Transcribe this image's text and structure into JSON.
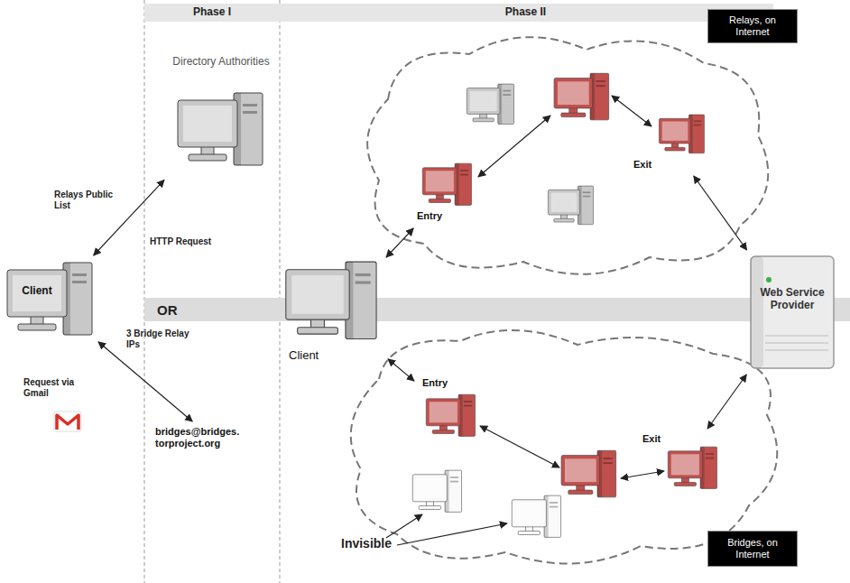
{
  "diagram": {
    "nodes": [
      {
        "text": [
          "Phase I"
        ]
      },
      {
        "text": [
          "Phase II"
        ]
      },
      {
        "text": [
          "Directory Authorities"
        ]
      },
      {
        "text": [
          "Client"
        ]
      },
      {
        "text": [
          "OR"
        ]
      },
      {
        "text": [
          "Client"
        ]
      },
      {
        "text": [
          "Relays, on Internet"
        ]
      },
      {
        "text": [
          "Entry"
        ]
      },
      {
        "text": [
          "Exit"
        ]
      },
      {
        "text": [
          "Web Service Provider"
        ]
      },
      {
        "text": [
          "bridges@bridges. torproject.org"
        ]
      },
      {
        "text": [
          "Entry"
        ]
      },
      {
        "text": [
          "Exit"
        ]
      },
      {
        "text": [
          "Bridges, on Internet"
        ]
      }
    ],
    "edges": [
      {
        "from": 3,
        "to": 2,
        "arrow": "both"
      },
      {
        "from": 3,
        "to": 10,
        "arrow": "both"
      },
      {
        "from": 5,
        "to": 7,
        "arrow": "both"
      },
      {
        "from": 5,
        "to": 11,
        "arrow": "both"
      },
      {
        "from": 8,
        "to": 9,
        "arrow": "both"
      },
      {
        "from": 12,
        "to": 9,
        "arrow": "both"
      }
    ],
    "labels": [
      "Relays Public List",
      "HTTP Request",
      "3 Bridge Relay IPs",
      "Request via Gmail",
      "Invisible"
    ]
  }
}
